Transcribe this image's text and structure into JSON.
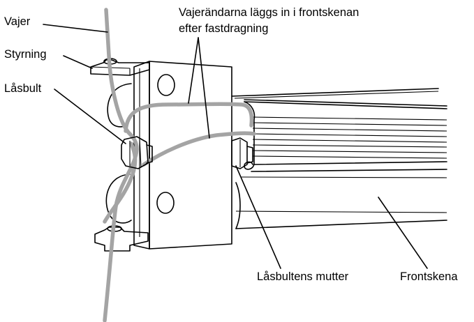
{
  "labels": {
    "vajer": "Vajer",
    "styrning": "Styrning",
    "lasbult": "Låsbult",
    "note_line1": "Vajerändarna läggs in i frontskenan",
    "note_line2": "efter fastdragning",
    "lasbultens_mutter": "Låsbultens mutter",
    "frontskena": "Frontskena"
  },
  "colors": {
    "wire": "#a4a4a4",
    "line": "#000000",
    "background": "#ffffff"
  }
}
